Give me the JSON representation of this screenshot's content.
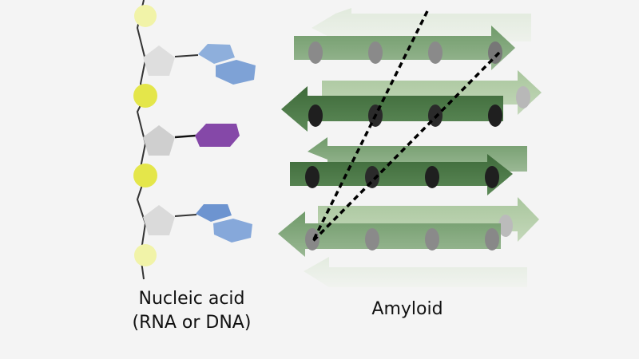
{
  "labels": {
    "nucleic_acid_line1": "Nucleic acid",
    "nucleic_acid_line2": "(RNA or DNA)",
    "amyloid": "Amyloid"
  },
  "colors": {
    "background": "#f4f4f4",
    "phosphate": "#e4e64a",
    "sugar": "#d6d6d6",
    "purine_base": "#7fa3d6",
    "pyrimidine_base": "#8246a8",
    "strand_dark": "#4e7a4a",
    "strand_light": "#9fbf92",
    "side_chain": "#2b2b2b",
    "hbond_line": "#000000"
  }
}
